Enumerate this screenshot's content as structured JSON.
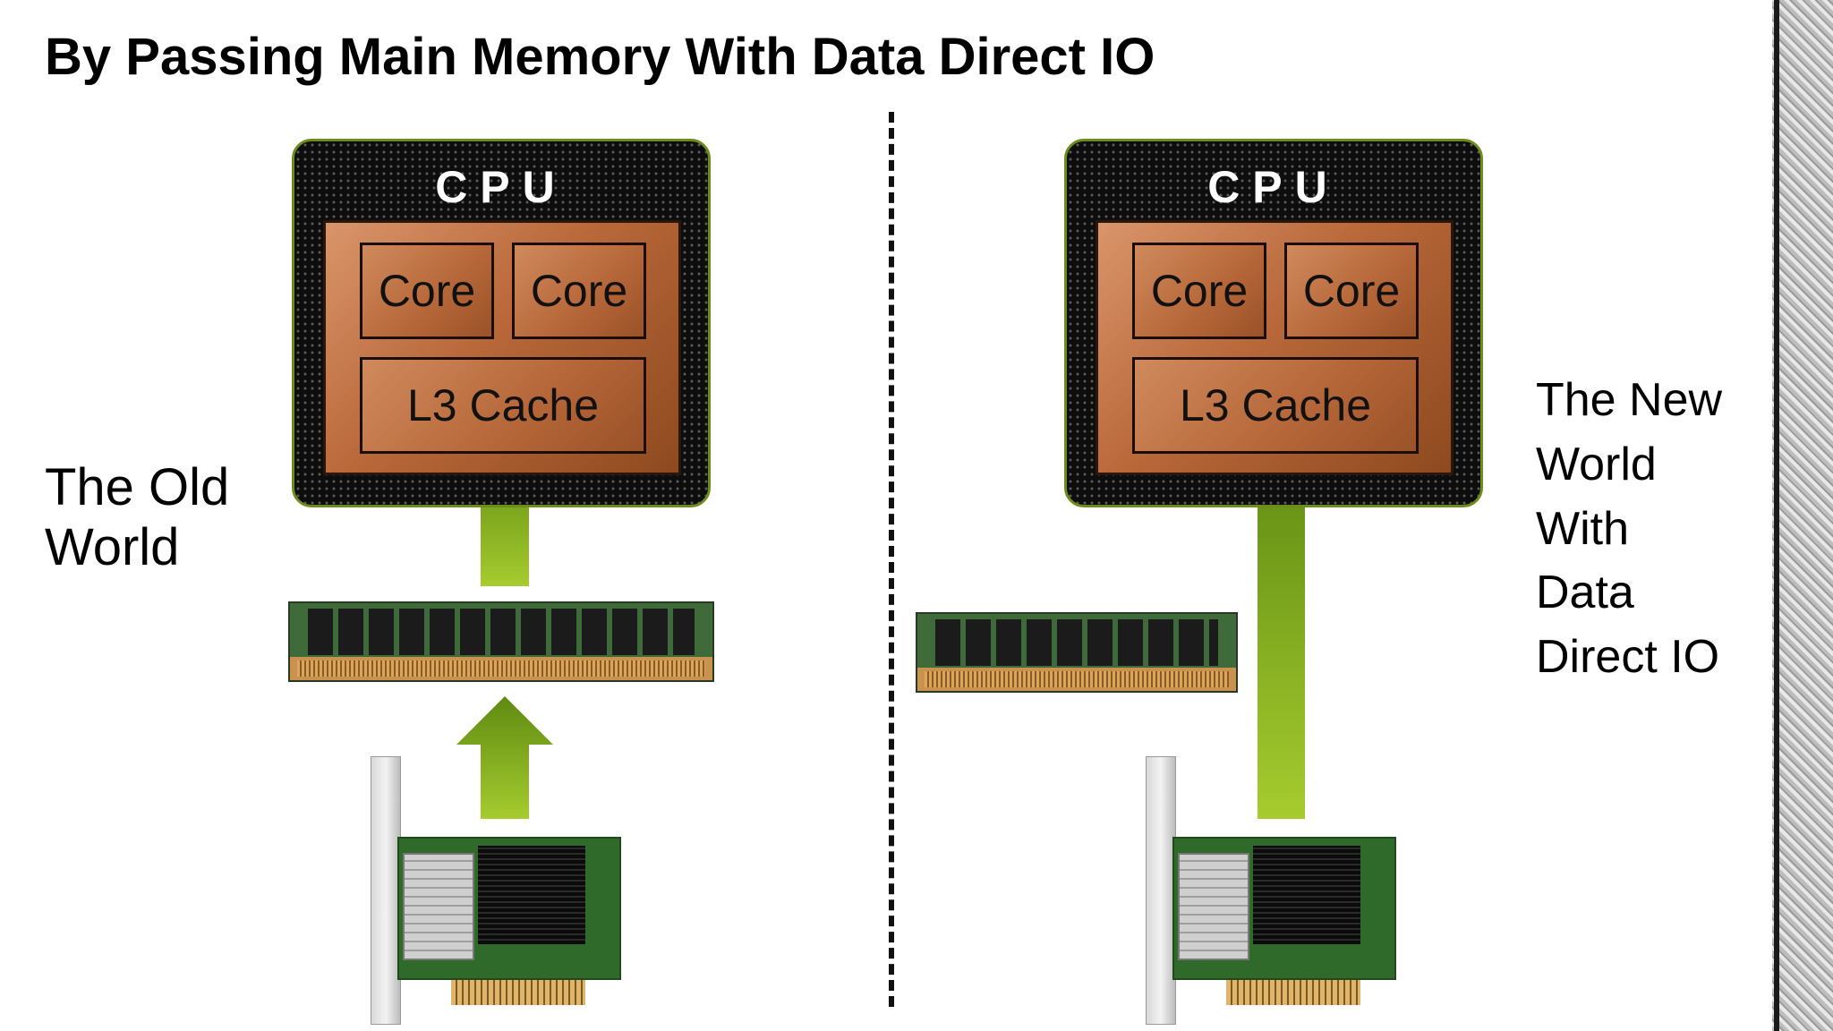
{
  "title": "By Passing Main Memory With Data Direct IO",
  "left_panel": {
    "label_line1": "The Old",
    "label_line2": "World",
    "cpu": {
      "label": "CPU",
      "core1": "Core",
      "core2": "Core",
      "cache": "L3 Cache"
    }
  },
  "right_panel": {
    "label_lines": [
      "The New",
      "World",
      "With",
      "Data",
      "Direct IO"
    ],
    "cpu": {
      "label": "CPU",
      "core1": "Core",
      "core2": "Core",
      "cache": "L3 Cache"
    }
  },
  "colors": {
    "arrow_light": "#a6cc2f",
    "arrow_dark": "#5e8a12",
    "cpu_border": "#6c8c1c",
    "die": "#b9683a"
  },
  "icons": [
    "ram-module-icon",
    "network-card-icon",
    "up-arrow-icon"
  ]
}
